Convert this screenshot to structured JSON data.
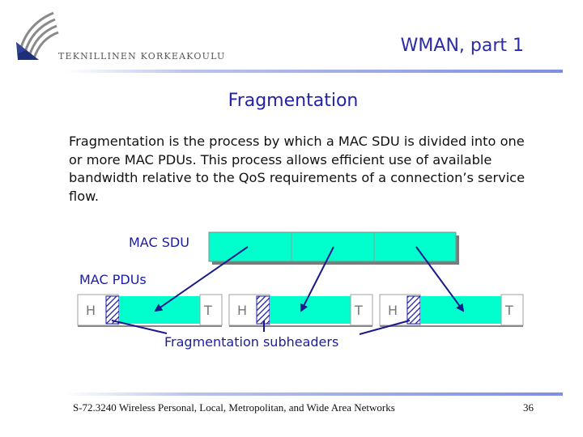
{
  "header": {
    "title": "WMAN, part 1",
    "university": "TEKNILLINEN KORKEAKOULU"
  },
  "slide": {
    "title": "Fragmentation",
    "body": "Fragmentation is the process by which a MAC SDU is divided into one or more MAC PDUs. This process allows efficient use of available bandwidth relative to the QoS requirements of a connection’s service flow."
  },
  "diagram": {
    "sdu_label": "MAC SDU",
    "pdus_label": "MAC PDUs",
    "header_letter": "H",
    "trailer_letter": "T",
    "subheaders_label": "Fragmentation subheaders",
    "colors": {
      "payload": "#00ffcc",
      "arrow": "#1a1a8c",
      "hatch": "#1a1aa0",
      "box_border": "#a0a0a0"
    }
  },
  "footer": {
    "course": "S-72.3240 Wireless Personal, Local, Metropolitan, and Wide Area Networks",
    "page": "36"
  }
}
